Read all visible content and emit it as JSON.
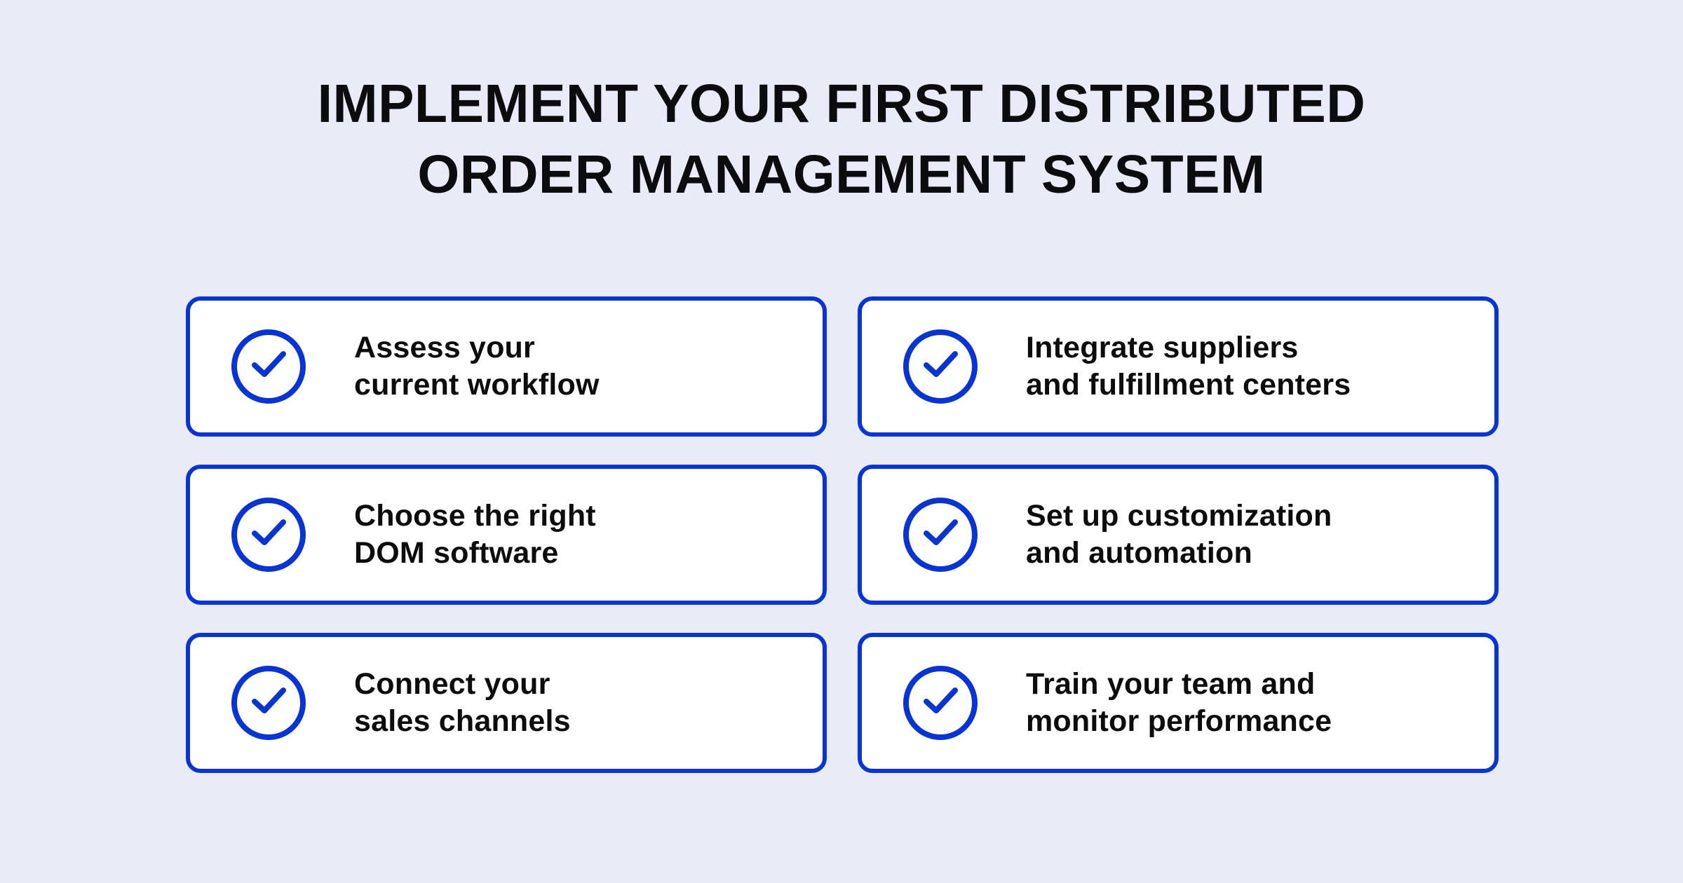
{
  "colors": {
    "background": "#E9ECF8",
    "accent_blue": "#0834D2",
    "card_background": "#FFFFFF",
    "text": "#0C0C0E"
  },
  "title": {
    "line1": "IMPLEMENT YOUR FIRST DISTRIBUTED",
    "line2": "ORDER MANAGEMENT SYSTEM"
  },
  "checklist": {
    "items": [
      {
        "icon": "check-circle-icon",
        "line1": "Assess your",
        "line2": "current workflow"
      },
      {
        "icon": "check-circle-icon",
        "line1": "Integrate suppliers",
        "line2": "and fulfillment centers"
      },
      {
        "icon": "check-circle-icon",
        "line1": "Choose the right",
        "line2": "DOM software"
      },
      {
        "icon": "check-circle-icon",
        "line1": "Set up customization",
        "line2": "and automation"
      },
      {
        "icon": "check-circle-icon",
        "line1": "Connect your",
        "line2": "sales channels"
      },
      {
        "icon": "check-circle-icon",
        "line1": "Train your team and",
        "line2": "monitor performance"
      }
    ]
  }
}
